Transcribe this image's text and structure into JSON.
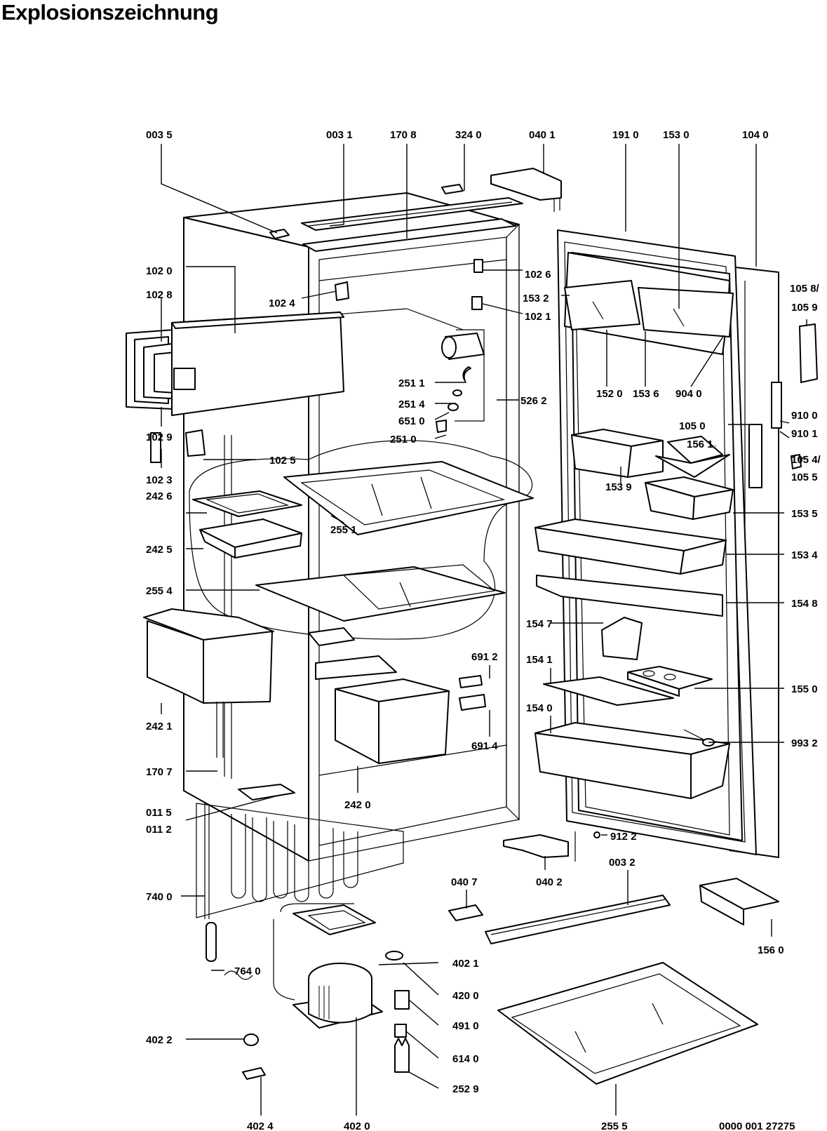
{
  "title": "Explosionszeichnung",
  "document_id": "0000 001 27275",
  "part_labels": [
    "003 5",
    "003 1",
    "170 8",
    "324 0",
    "040 1",
    "191 0",
    "153 0",
    "104 0",
    "102 0",
    "102 8",
    "102 4",
    "102 6",
    "153 2",
    "102 1",
    "105 8/",
    "105 9",
    "251 1",
    "251 4",
    "651 0",
    "251 0",
    "526 2",
    "152 0",
    "153 6",
    "904 0",
    "910 0",
    "105 0",
    "910 1",
    "102 9",
    "102 5",
    "156 1",
    "105 4/",
    "105 5",
    "102 3",
    "242 6",
    "153 9",
    "153 5",
    "242 5",
    "255 1",
    "153 4",
    "255 4",
    "154 8",
    "154 7",
    "691 2",
    "154 1",
    "155 0",
    "154 0",
    "242 1",
    "993 2",
    "691 4",
    "170 7",
    "242 0",
    "011 5",
    "011 2",
    "912 2",
    "003 2",
    "040 7",
    "040 2",
    "740 0",
    "156 0",
    "402 1",
    "764 0",
    "420 0",
    "491 0",
    "402 2",
    "614 0",
    "252 9",
    "402 4",
    "402 0",
    "255 5"
  ]
}
